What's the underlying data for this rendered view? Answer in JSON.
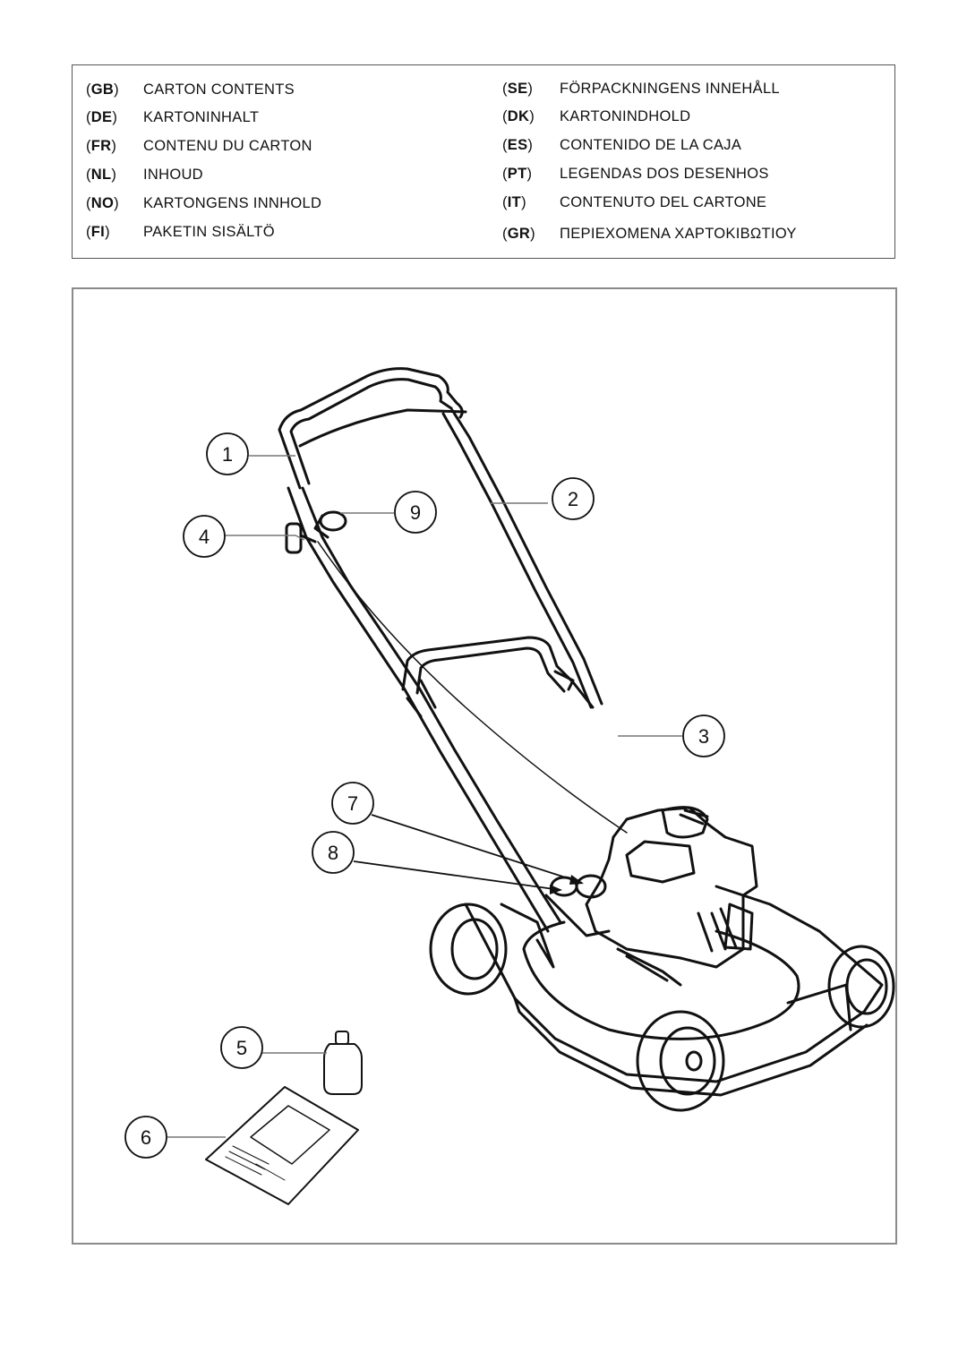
{
  "legend": {
    "left": [
      {
        "code": "GB",
        "text": "CARTON CONTENTS"
      },
      {
        "code": "DE",
        "text": "KARTONINHALT"
      },
      {
        "code": "FR",
        "text": "CONTENU DU CARTON"
      },
      {
        "code": "NL",
        "text": "INHOUD"
      },
      {
        "code": "NO",
        "text": "KARTONGENS INNHOLD"
      },
      {
        "code": "FI",
        "text": "PAKETIN SISÄLTÖ"
      }
    ],
    "right": [
      {
        "code": "SE",
        "text": "FÖRPACKNINGENS INNEHÅLL"
      },
      {
        "code": "DK",
        "text": "KARTONINDHOLD"
      },
      {
        "code": "ES",
        "text": "CONTENIDO DE LA CAJA"
      },
      {
        "code": "PT",
        "text": "LEGENDAS  DOS  DESENHOS"
      },
      {
        "code": "IT",
        "text": "CONTENUTO DEL CARTONE"
      },
      {
        "code": "GR",
        "text": "ΠΕΡΙΕΧΟΜΕΝΑ ΧΑΡΤΟΚΙΒΩΤΙΟΥ"
      }
    ]
  },
  "callouts": {
    "c1": "1",
    "c2": "2",
    "c3": "3",
    "c4": "4",
    "c5": "5",
    "c6": "6",
    "c7": "7",
    "c8": "8",
    "c9": "9"
  }
}
